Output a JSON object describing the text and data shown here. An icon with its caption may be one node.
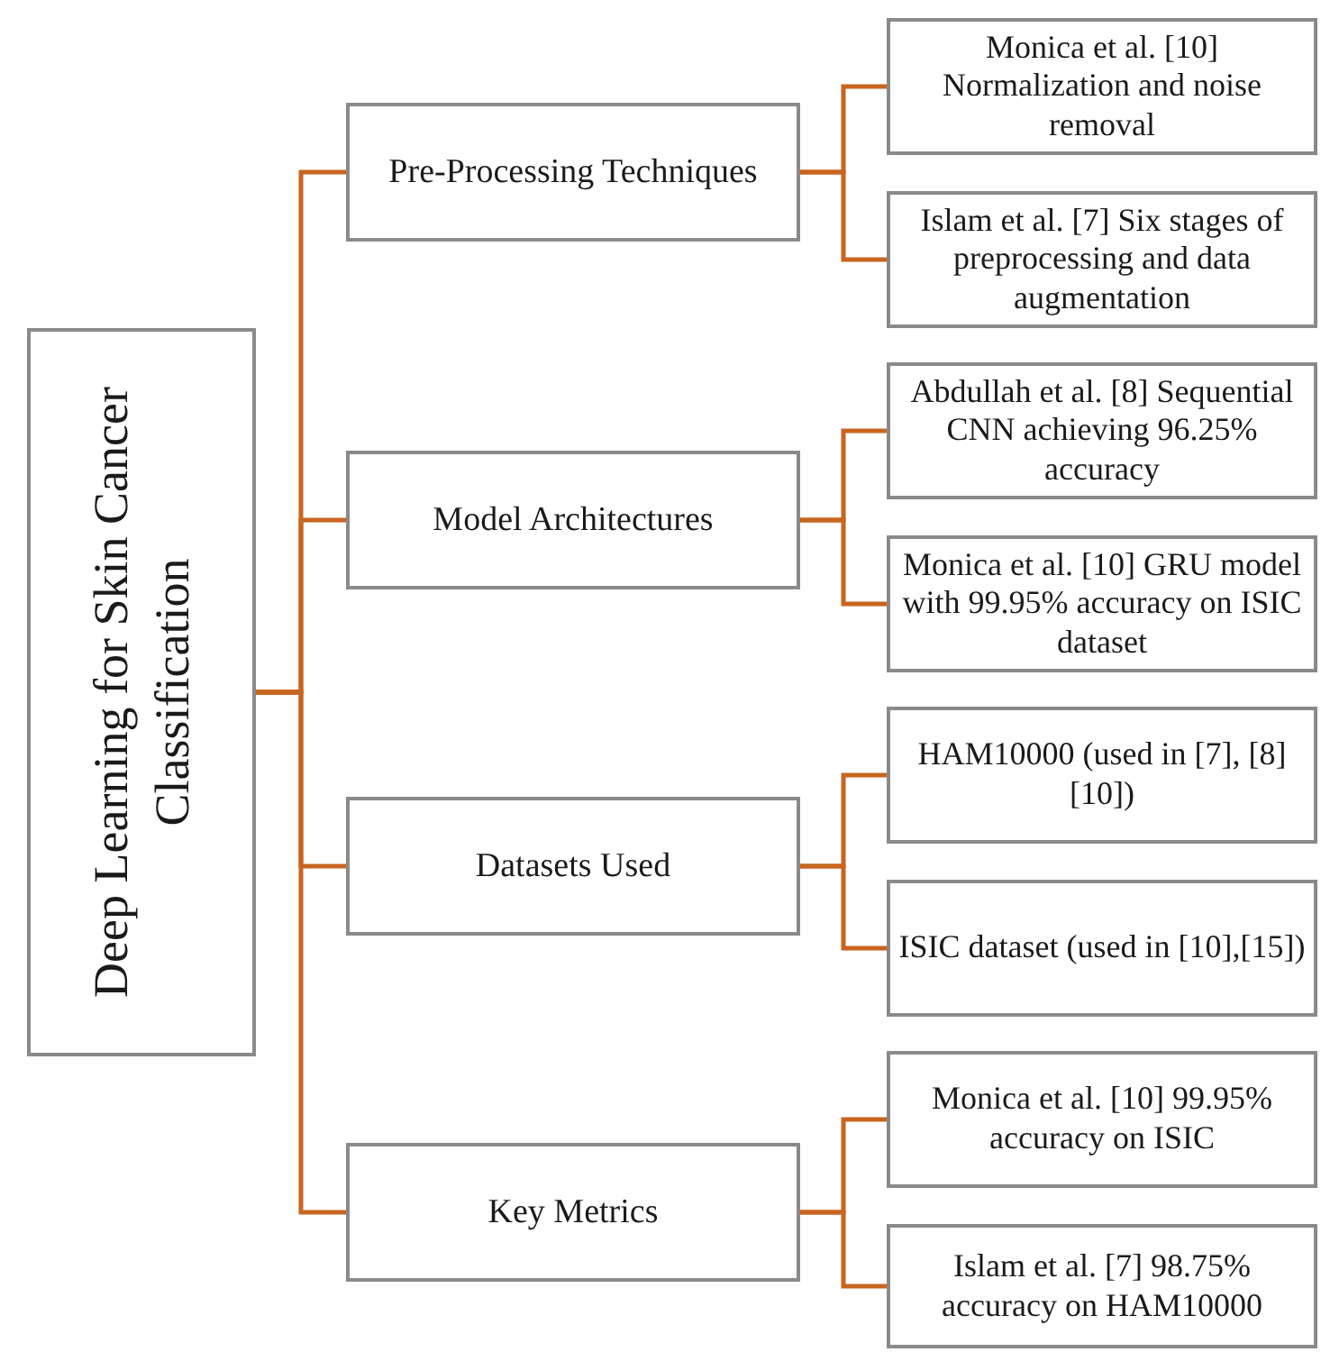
{
  "diagram": {
    "nodes": [
      {
        "text": [
          "Deep Learning for Skin Cancer Classification"
        ]
      },
      {
        "text": [
          "Pre-Processing Techniques"
        ]
      },
      {
        "text": [
          "Monica et al. [10] Normalization and noise removal"
        ]
      },
      {
        "text": [
          "Islam et al. [7] Six stages of preprocessing and data augmentation"
        ]
      },
      {
        "text": [
          "Model Architectures"
        ]
      },
      {
        "text": [
          "Abdullah et al. [8] Sequential CNN achieving 96.25% accuracy"
        ]
      },
      {
        "text": [
          "Monica et al. [10] GRU model with 99.95% accuracy on ISIC dataset"
        ]
      },
      {
        "text": [
          "Datasets Used"
        ]
      },
      {
        "text": [
          "HAM10000 (used in [7], [8] [10])"
        ]
      },
      {
        "text": [
          "ISIC dataset (used in [10],[15])"
        ]
      },
      {
        "text": [
          "Key Metrics"
        ]
      },
      {
        "text": [
          "Monica et al. [10] 99.95% accuracy on ISIC"
        ]
      },
      {
        "text": [
          "Islam et al. [7] 98.75% accuracy on HAM10000"
        ]
      }
    ],
    "edges": [
      {
        "from": 0,
        "to": 1,
        "arrow": "none"
      },
      {
        "from": 0,
        "to": 4,
        "arrow": "none"
      },
      {
        "from": 0,
        "to": 7,
        "arrow": "none"
      },
      {
        "from": 0,
        "to": 10,
        "arrow": "none"
      },
      {
        "from": 1,
        "to": 2,
        "arrow": "none"
      },
      {
        "from": 1,
        "to": 3,
        "arrow": "none"
      },
      {
        "from": 4,
        "to": 5,
        "arrow": "none"
      },
      {
        "from": 4,
        "to": 6,
        "arrow": "none"
      },
      {
        "from": 7,
        "to": 8,
        "arrow": "none"
      },
      {
        "from": 7,
        "to": 9,
        "arrow": "none"
      },
      {
        "from": 10,
        "to": 11,
        "arrow": "none"
      },
      {
        "from": 10,
        "to": 12,
        "arrow": "none"
      }
    ]
  }
}
